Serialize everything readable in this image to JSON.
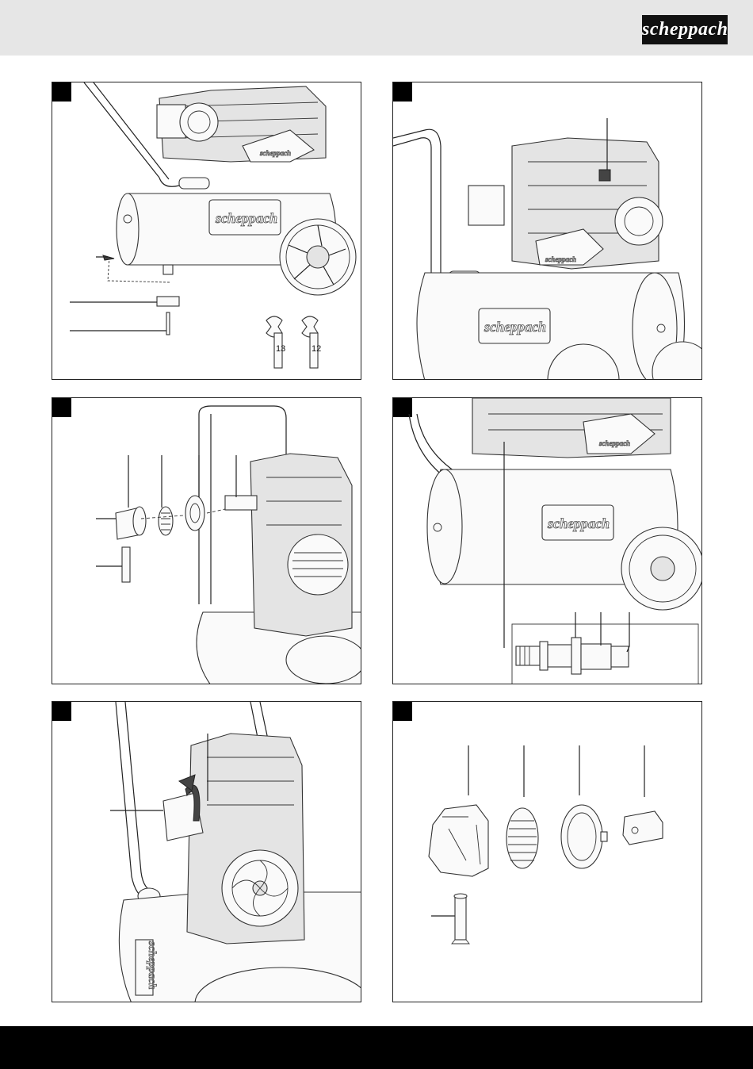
{
  "brand": {
    "logo_text": "scheppach"
  },
  "panels": [
    {
      "id": "p1",
      "tank_brand": "scheppach",
      "motor_brand": "scheppach",
      "wrench_sizes": [
        "13",
        "12"
      ]
    },
    {
      "id": "p2",
      "tank_brand": "scheppach",
      "motor_brand": "scheppach"
    },
    {
      "id": "p3"
    },
    {
      "id": "p4",
      "tank_brand": "scheppach",
      "motor_brand": "scheppach"
    },
    {
      "id": "p5",
      "tank_brand": "scheppach"
    },
    {
      "id": "p6"
    }
  ],
  "icons": [
    "wrench-icon",
    "wheel-icon",
    "air-filter-icon",
    "coupling-icon",
    "rotate-arrow-icon"
  ]
}
